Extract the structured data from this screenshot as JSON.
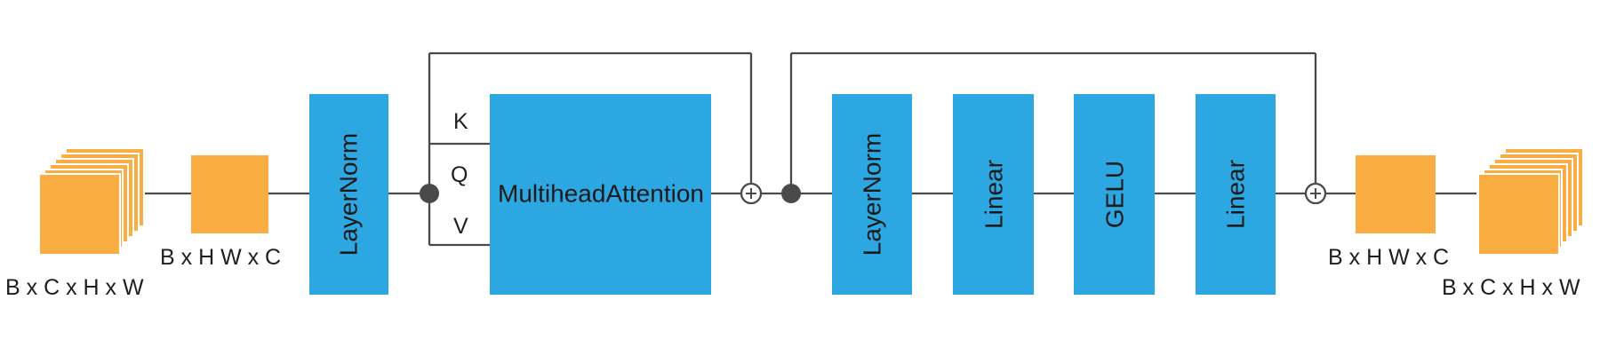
{
  "colors": {
    "tensor": "#f9ad42",
    "block": "#2da7e1",
    "wire": "#4a4a4a",
    "text": "#1f1f1f"
  },
  "inputs": {
    "image_shape": "B x C x H x W",
    "token_shape": "B x H W x C"
  },
  "outputs": {
    "token_shape": "B x H W x C",
    "image_shape": "B x C x H x W"
  },
  "attention": {
    "norm_label": "LayerNorm",
    "key_label": "K",
    "query_label": "Q",
    "value_label": "V",
    "attn_label": "MultiheadAttention"
  },
  "mlp": {
    "norm_label": "LayerNorm",
    "linear1_label": "Linear",
    "act_label": "GELU",
    "linear2_label": "Linear"
  },
  "icons": {
    "add": "plus-circle-icon",
    "branch": "junction-dot-icon"
  }
}
